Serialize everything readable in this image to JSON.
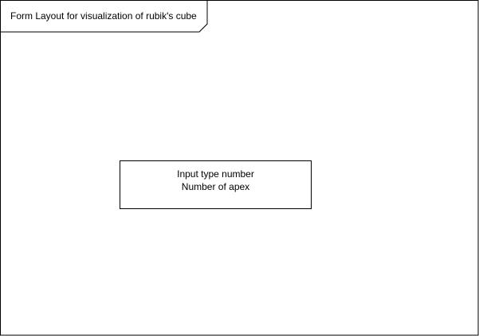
{
  "frame": {
    "title": "Form Layout for visualization of rubik's cube"
  },
  "input_box": {
    "line1": "Input type number",
    "line2": "Number of apex"
  },
  "colors": {
    "stroke": "#000000",
    "background": "#ffffff"
  }
}
